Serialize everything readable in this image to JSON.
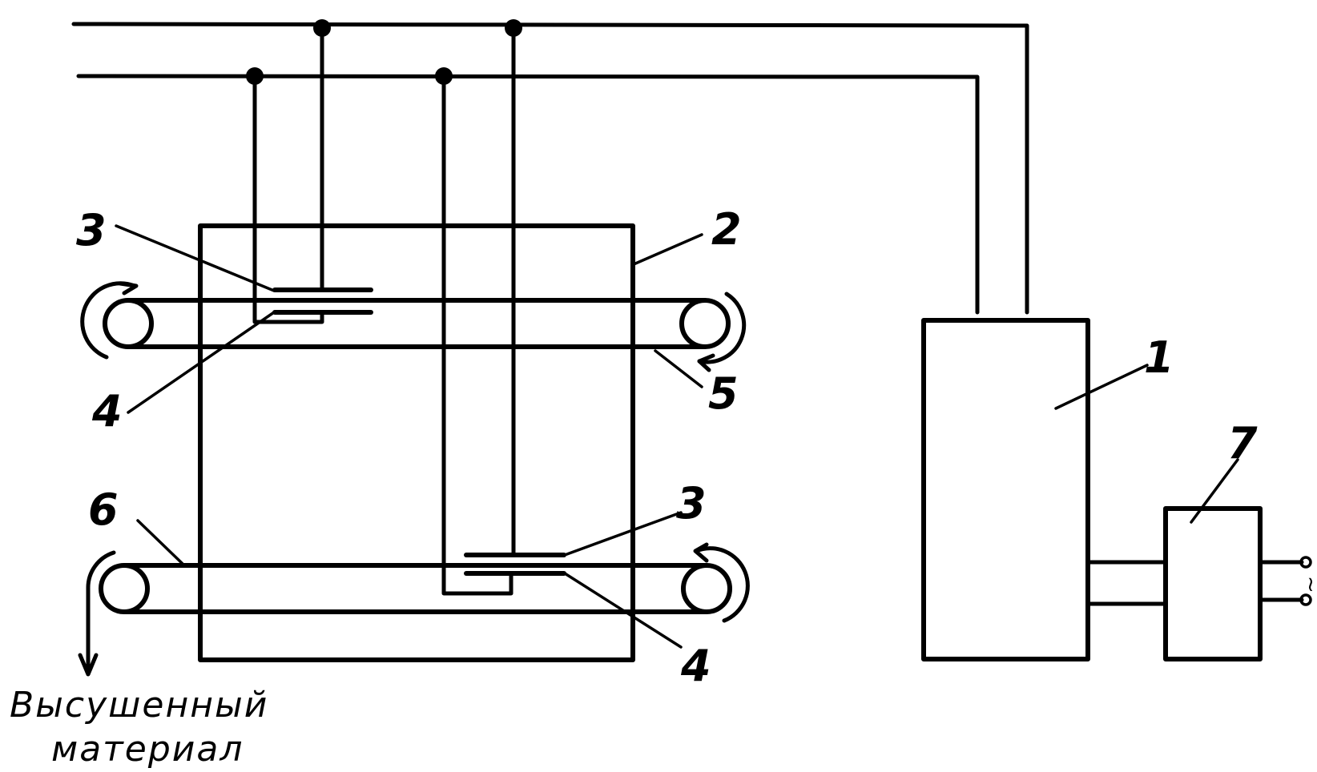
{
  "labels": {
    "generator": "1",
    "chamber": "2",
    "electrode_top_upper": "3",
    "electrode_top_lower": "4",
    "belt_top": "5",
    "belt_bottom": "6",
    "power_unit": "7",
    "electrode_bottom_upper": "3",
    "electrode_bottom_lower": "4",
    "output_caption_line1": "Высушенный",
    "output_caption_line2": "материал"
  },
  "terminal_marking": "~"
}
